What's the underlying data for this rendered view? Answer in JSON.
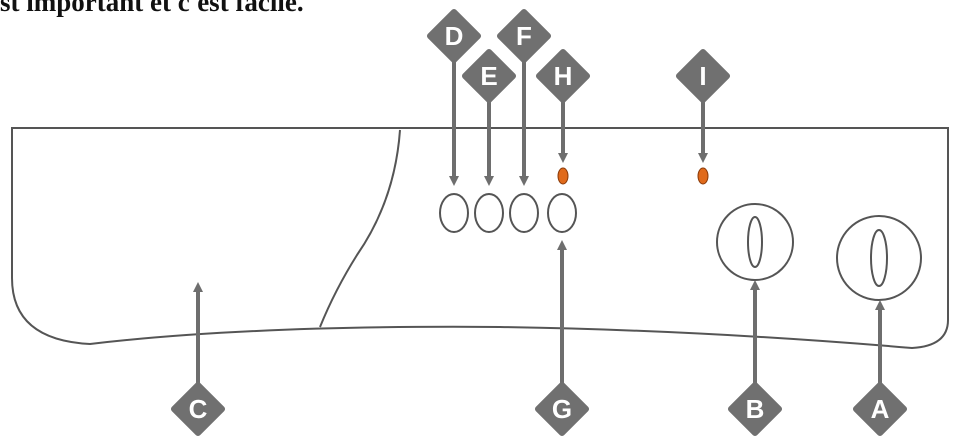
{
  "caption": "st important et c'est facile.",
  "markers": {
    "A": "A",
    "B": "B",
    "C": "C",
    "D": "D",
    "E": "E",
    "F": "F",
    "G": "G",
    "H": "H",
    "I": "I"
  },
  "colors": {
    "outline": "#555555",
    "marker": "#707070",
    "arrow": "#6e6e6e",
    "indicator": "#e06a1b"
  },
  "icons": {
    "button": "oval-button",
    "indicator": "led-indicator",
    "knob": "rotary-knob"
  }
}
